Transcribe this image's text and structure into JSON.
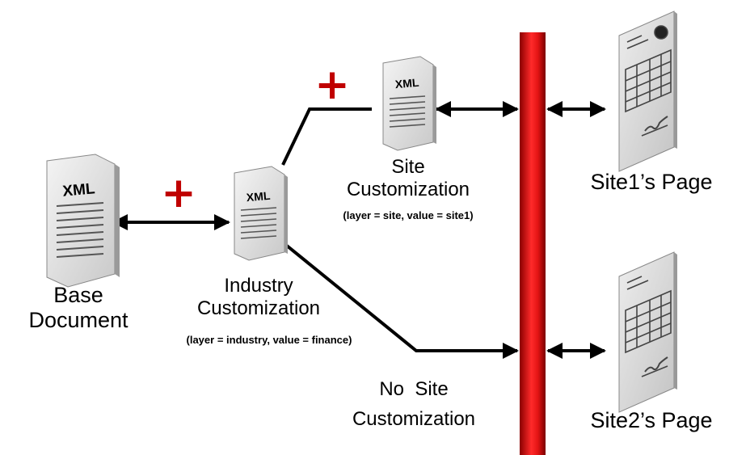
{
  "doc_icon_text": "XML",
  "plus_symbol": "+",
  "base": {
    "line1": "Base",
    "line2": "Document"
  },
  "industry": {
    "line1": "Industry",
    "line2": "Customization",
    "params": "(layer = industry, value = finance)"
  },
  "site": {
    "line1": "Site",
    "line2": "Customization",
    "params": "(layer = site, value = site1)"
  },
  "no_site": {
    "line1": "No  Site",
    "line2": "Customization"
  },
  "site1_page": "Site1’s Page",
  "site2_page": "Site2’s Page",
  "colors": {
    "bar_red": "#e41414",
    "bar_dark": "#8a0000",
    "plus_red": "#c00000",
    "arrow": "#000000",
    "doc_fill": "#e6e6e6"
  }
}
